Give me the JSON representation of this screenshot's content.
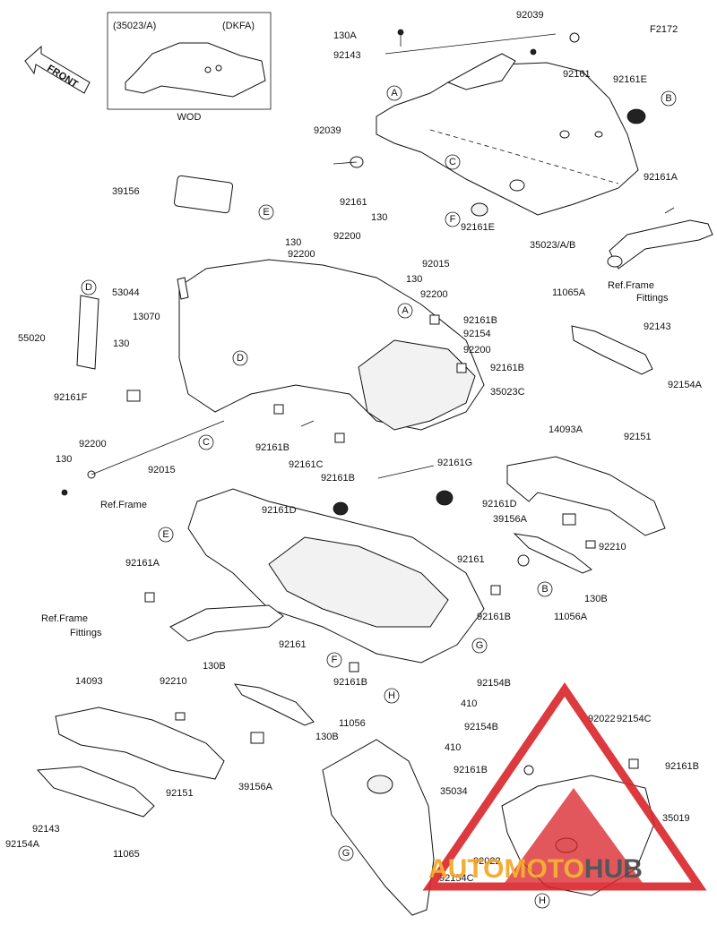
{
  "figure_code": "F2172",
  "inset": {
    "model_code": "(35023/A)",
    "variant": "(DKFA)",
    "caption": "WOD"
  },
  "front_arrow": "FRONT",
  "watermark": {
    "prefix": "AUTO",
    "middle": "MOTO",
    "suffix": "HUB"
  },
  "colors": {
    "watermark_red": "#d9252a",
    "watermark_orange": "#f4a41d",
    "line": "#111111"
  },
  "part_labels": [
    "130A",
    "92039",
    "92143",
    "92161",
    "F2172",
    "92161E",
    "92039",
    "92161",
    "35023/A/B",
    "92161E",
    "92161A",
    "39156",
    "130",
    "92200",
    "92200",
    "130",
    "92015",
    "130",
    "92200",
    "53044",
    "55020",
    "13070",
    "130",
    "92161F",
    "92161B",
    "92154",
    "92200",
    "92161B",
    "35023C",
    "11065A",
    "92143",
    "92154A",
    "92161B",
    "92161C",
    "92161B",
    "92161G",
    "92200",
    "130",
    "92015",
    "14093A",
    "92151",
    "Ref.Frame",
    "92161D",
    "92161D",
    "39156A",
    "92210",
    "92161A",
    "92161",
    "130B",
    "11056A",
    "92161B",
    "Ref.Frame Fittings",
    "Ref.Frame\nFittings",
    "92161",
    "130B",
    "14093",
    "92210",
    "92161B",
    "92154B",
    "410",
    "11056",
    "130B",
    "92154B",
    "410",
    "92154C",
    "92022",
    "92161B",
    "92161B",
    "35034",
    "39156A",
    "92151",
    "35019",
    "92143",
    "92154A",
    "11065",
    "92022",
    "92154C"
  ],
  "callouts": [
    "A",
    "B",
    "C",
    "D",
    "E",
    "F",
    "A",
    "D",
    "C",
    "E",
    "F",
    "G",
    "H",
    "B",
    "G",
    "H"
  ]
}
